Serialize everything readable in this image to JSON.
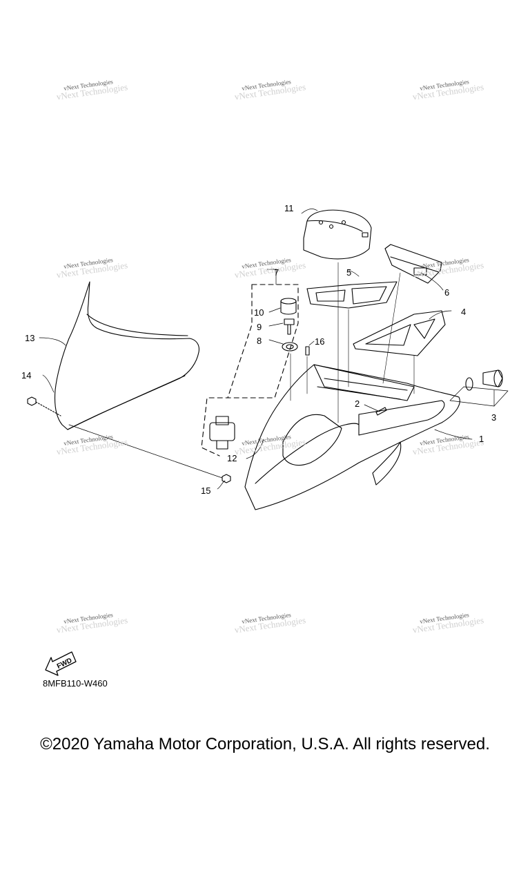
{
  "watermark_text": "vNext Technologies",
  "callouts": [
    "1",
    "2",
    "3",
    "4",
    "5",
    "6",
    "7",
    "8",
    "9",
    "10",
    "11",
    "12",
    "13",
    "14",
    "15",
    "16"
  ],
  "fwd_label": "FWD",
  "diagram_code": "8MFB110-W460",
  "copyright": "©2020 Yamaha Motor Corporation, U.S.A. All rights reserved."
}
